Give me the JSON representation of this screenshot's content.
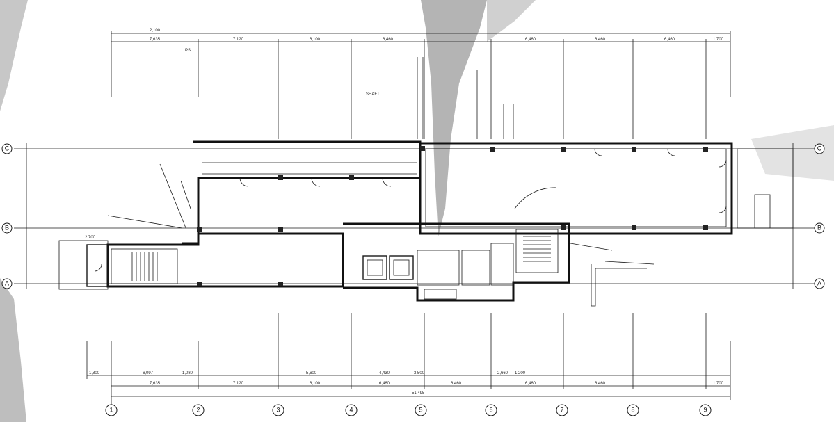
{
  "grid_columns": [
    "1",
    "2",
    "3",
    "4",
    "5",
    "6",
    "7",
    "8",
    "9"
  ],
  "grid_rows": [
    "C",
    "B",
    "A"
  ],
  "top_dimensions": {
    "overall": "2,100",
    "spans": [
      "7,635",
      "7,120",
      "6,100",
      "6,460",
      "6,460",
      "6,460",
      "6,460",
      "1,700"
    ]
  },
  "bottom_dimensions": {
    "overall": "51,495",
    "spans": [
      "7,635",
      "7,120",
      "6,100",
      "6,460",
      "6,460",
      "6,460",
      "6,460",
      "1,700"
    ],
    "sub_spans": [
      "1,800",
      "6,097",
      "1,080",
      "5,600",
      "4,430",
      "3,500",
      "2,660",
      "1,200"
    ]
  },
  "notes": {
    "top_left": "PS",
    "mid_top": "SHAFT",
    "row_b": "2,700"
  }
}
